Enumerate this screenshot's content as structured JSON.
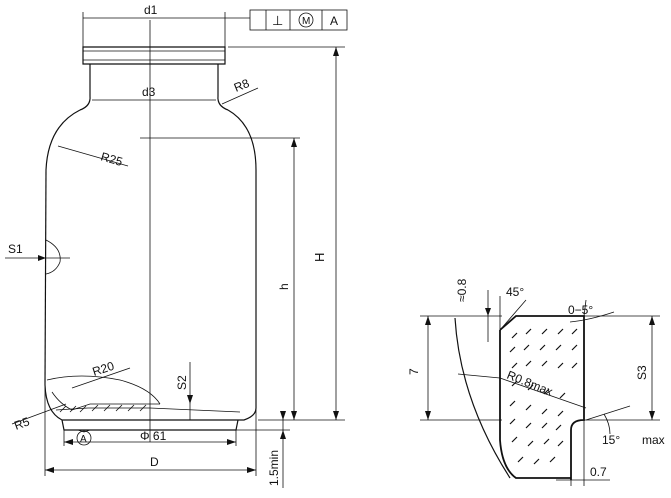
{
  "labels": {
    "d1": "d1",
    "d3": "d3",
    "r8": "R8",
    "r25": "R25",
    "r20": "R20",
    "r5": "R5",
    "s1": "S1",
    "s2": "S2",
    "s3": "S3",
    "h_upper": "H",
    "h_lower": "h",
    "phi61": "Φ 61",
    "datum_a": "A",
    "d_upper": "D",
    "min15": "1.5min",
    "approx08": "≈0.8",
    "deg45": "45°",
    "range05": "0−5°",
    "seven": "7",
    "r08max": "R0.8max",
    "deg15": "15°",
    "max": "max",
    "dim07": "0.7"
  },
  "tolerance_frame": {
    "symbol": "⊥",
    "modifier": "M",
    "datum": "A"
  }
}
